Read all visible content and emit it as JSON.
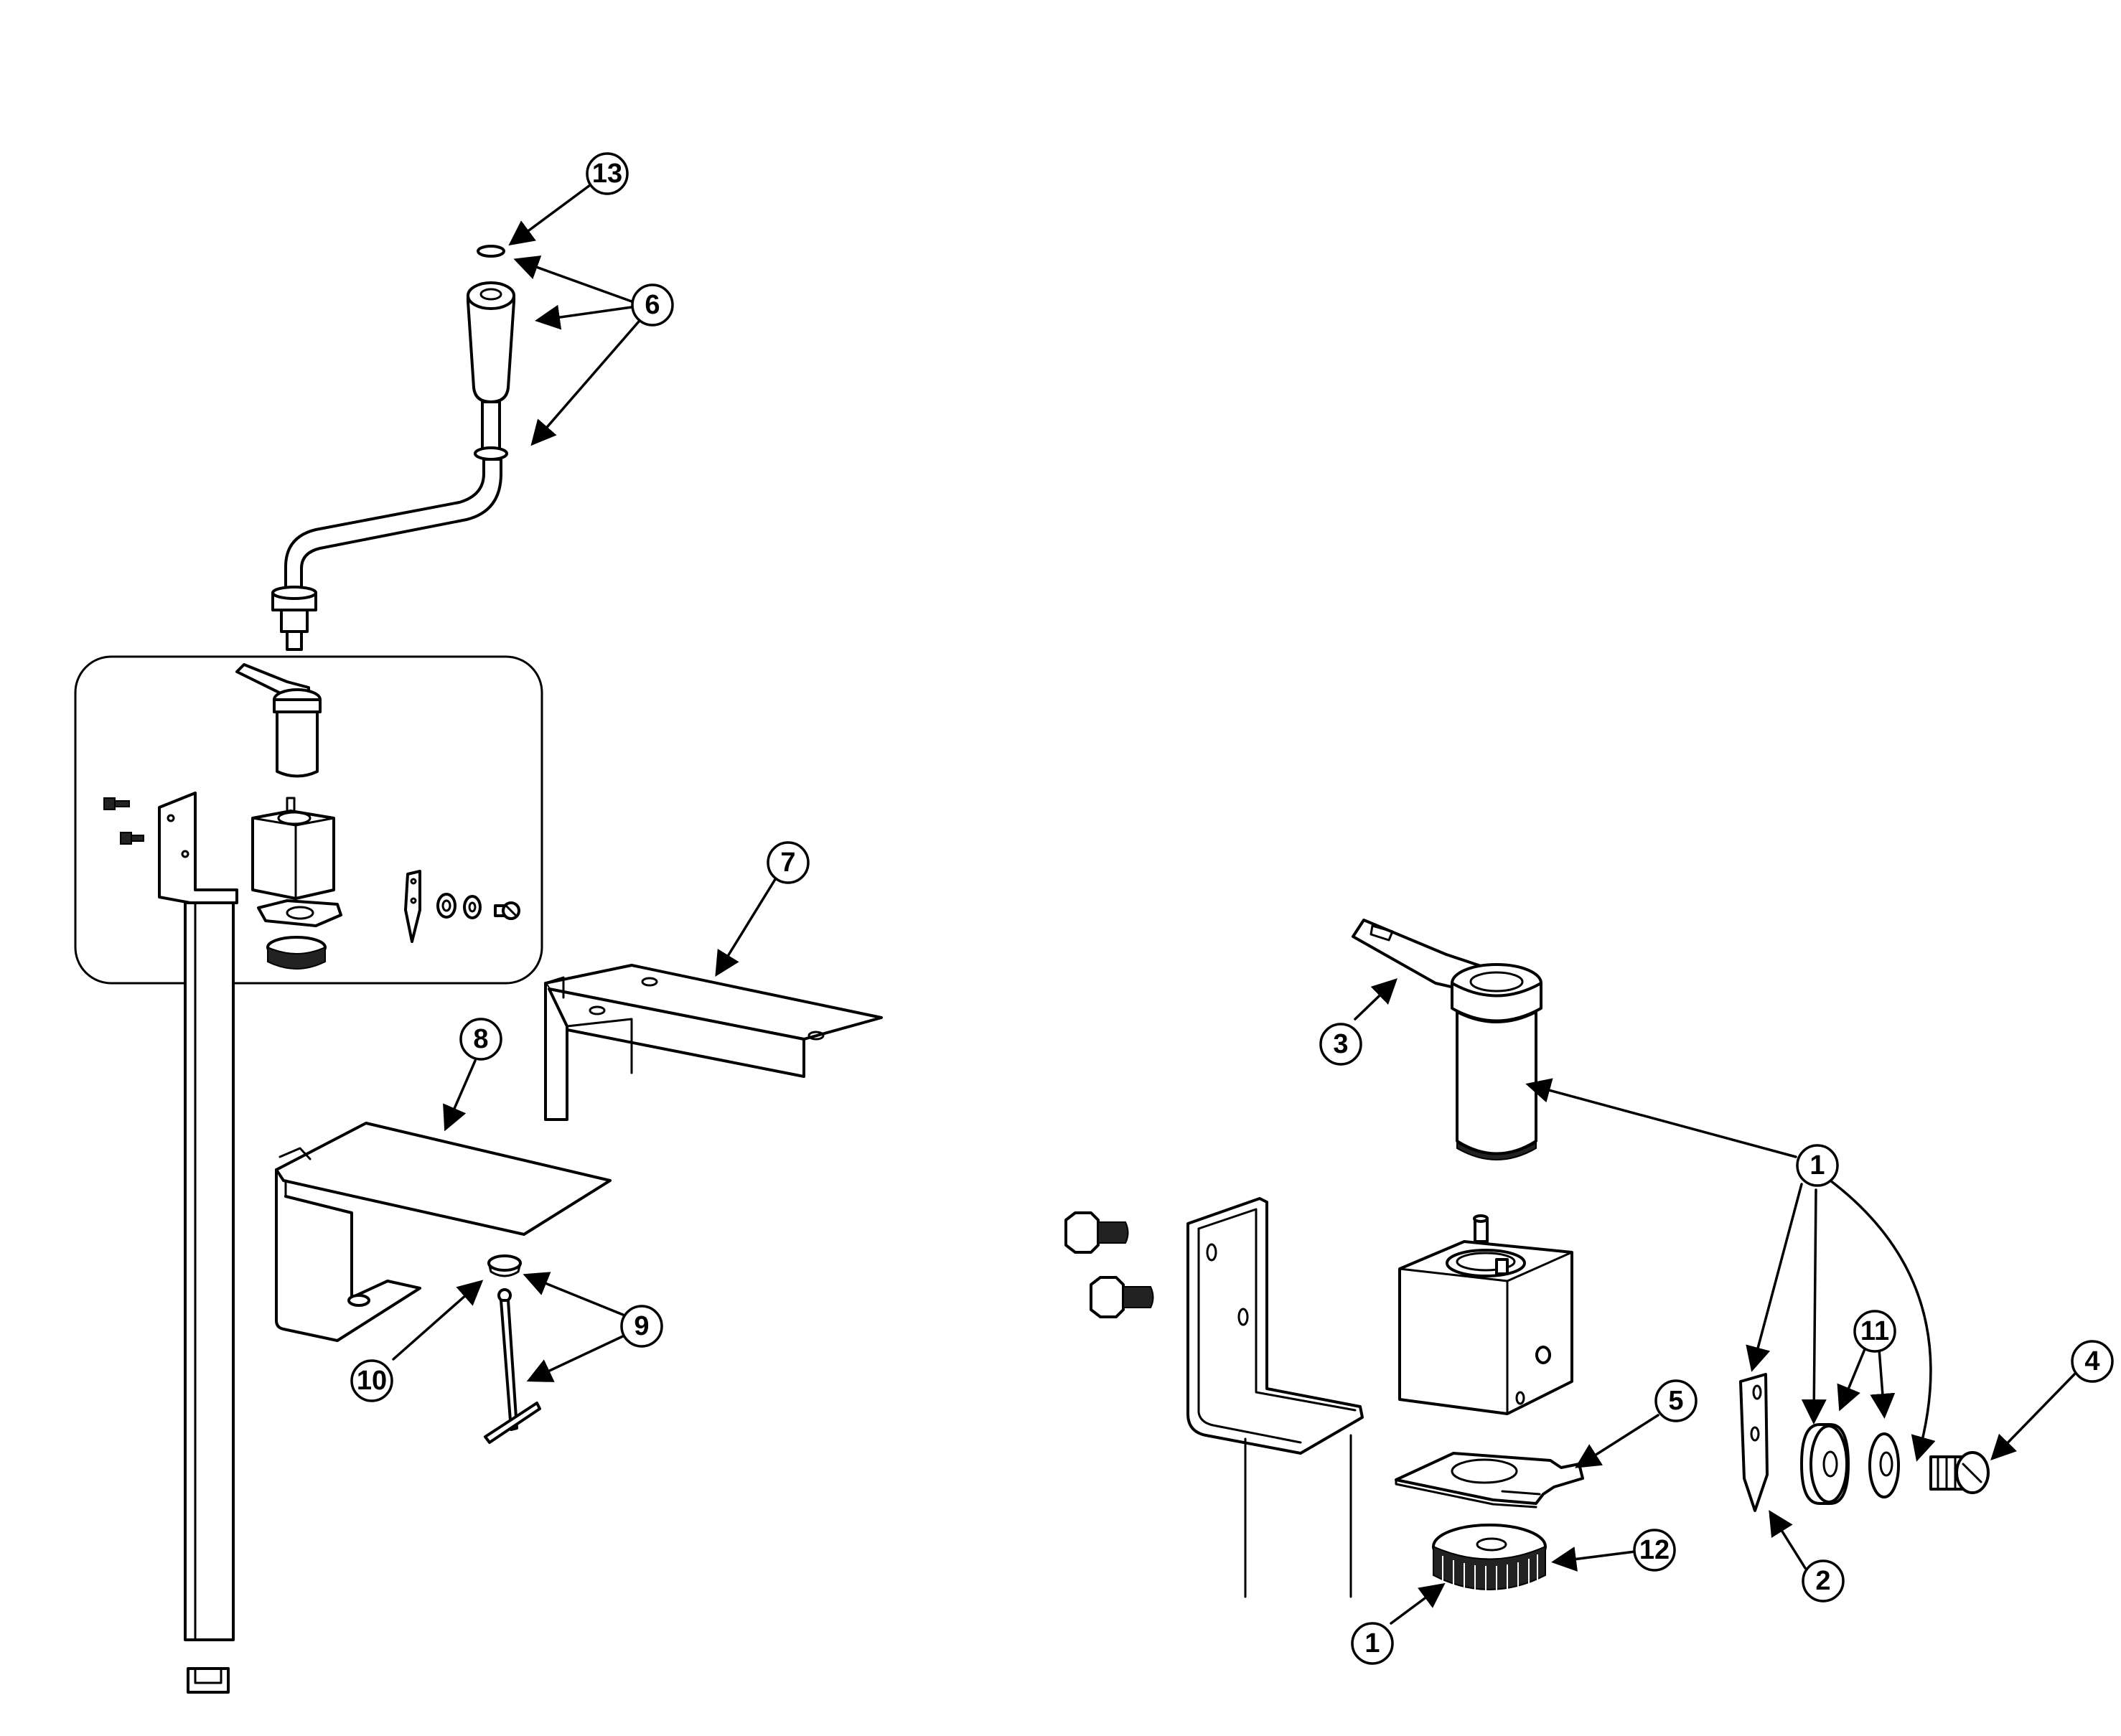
{
  "callouts": [
    {
      "label": "13"
    },
    {
      "label": "6"
    },
    {
      "label": "7"
    },
    {
      "label": "8"
    },
    {
      "label": "9"
    },
    {
      "label": "10"
    },
    {
      "label": "3"
    },
    {
      "label": "1"
    },
    {
      "label": "11"
    },
    {
      "label": "4"
    },
    {
      "label": "5"
    },
    {
      "label": "12"
    },
    {
      "label": "1"
    },
    {
      "label": "2"
    }
  ]
}
